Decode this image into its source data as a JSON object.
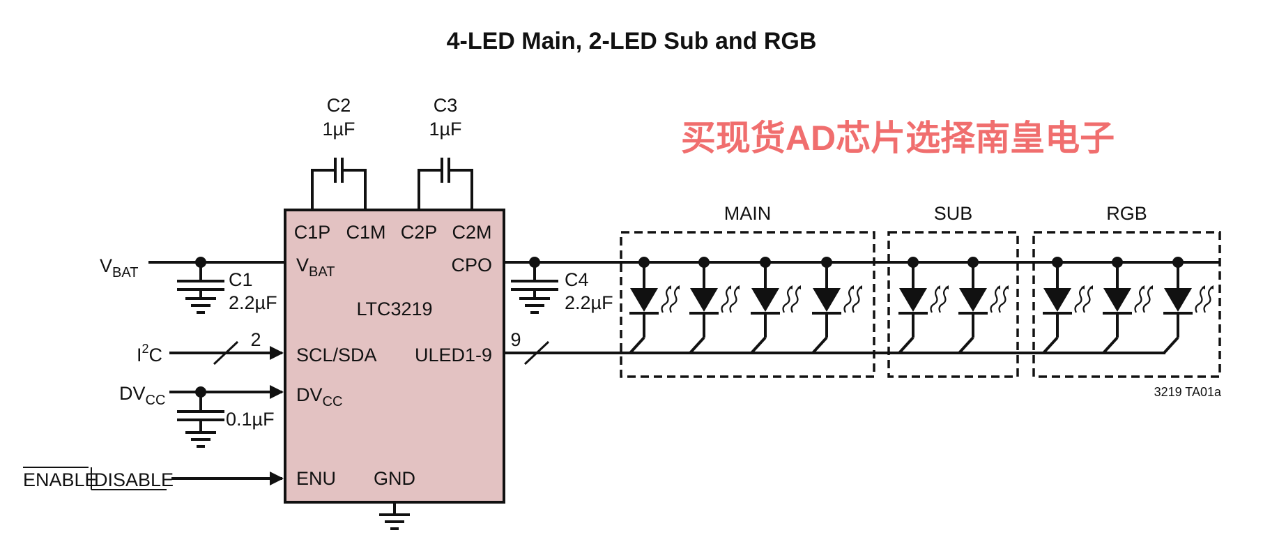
{
  "title": "4-LED Main, 2-LED Sub and RGB",
  "watermark": "买现货AD芯片选择南皇电子",
  "colors": {
    "chip_fill": "#e3c2c2",
    "watermark": "#f06e6e",
    "ink": "#111111"
  },
  "chip": {
    "part": "LTC3219",
    "pins": {
      "c1p": "C1P",
      "c1m": "C1M",
      "c2p": "C2P",
      "c2m": "C2M",
      "vbat_base": "V",
      "vbat_sub": "BAT",
      "cpo": "CPO",
      "scl_sda": "SCL/SDA",
      "uled": "ULED1-9",
      "dvcc_base": "DV",
      "dvcc_sub": "CC",
      "enu": "ENU",
      "gnd": "GND"
    }
  },
  "capacitors": {
    "c1": {
      "name": "C1",
      "value": "2.2µF"
    },
    "c2": {
      "name": "C2",
      "value": "1µF"
    },
    "c3": {
      "name": "C3",
      "value": "1µF"
    },
    "c4": {
      "name": "C4",
      "value": "2.2µF"
    },
    "dvcc_cap": {
      "value": "0.1µF"
    }
  },
  "inputs": {
    "vbat_base": "V",
    "vbat_sub": "BAT",
    "i2c_base": "I",
    "i2c_sup": "2",
    "i2c_tail": "C",
    "i2c_bus_width": "2",
    "dvcc_base": "DV",
    "dvcc_sub": "CC",
    "enable": "ENABLE",
    "disable": "DISABLE"
  },
  "uled_bus_width": "9",
  "led_groups": [
    {
      "label": "MAIN",
      "led_count": 4
    },
    {
      "label": "SUB",
      "led_count": 2
    },
    {
      "label": "RGB",
      "led_count": 3
    }
  ],
  "figure_code": "3219 TA01a"
}
